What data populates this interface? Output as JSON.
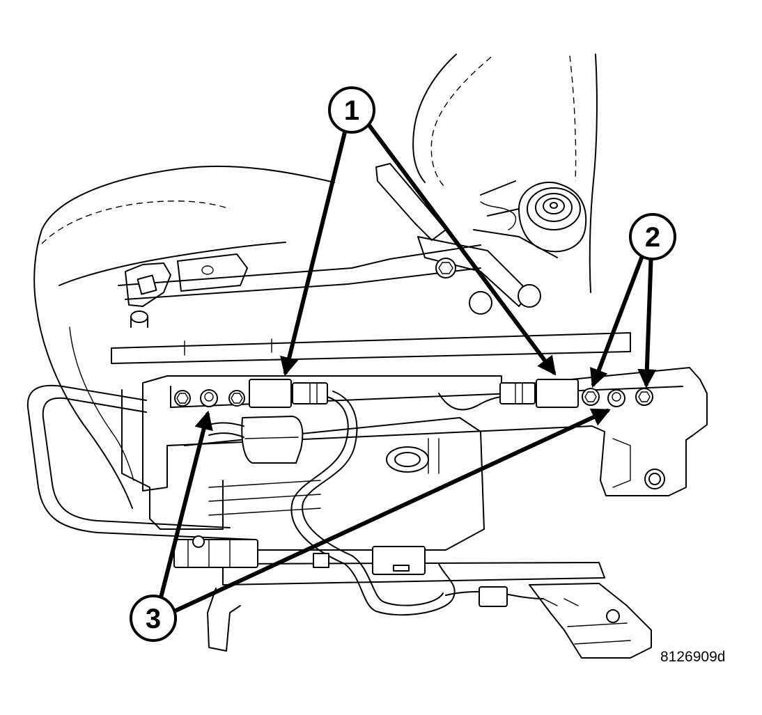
{
  "figure": {
    "id_label": "8126909d"
  },
  "callouts": [
    {
      "number": "1"
    },
    {
      "number": "2"
    },
    {
      "number": "3"
    }
  ],
  "colors": {
    "ink": "#000000",
    "paper": "#ffffff"
  }
}
